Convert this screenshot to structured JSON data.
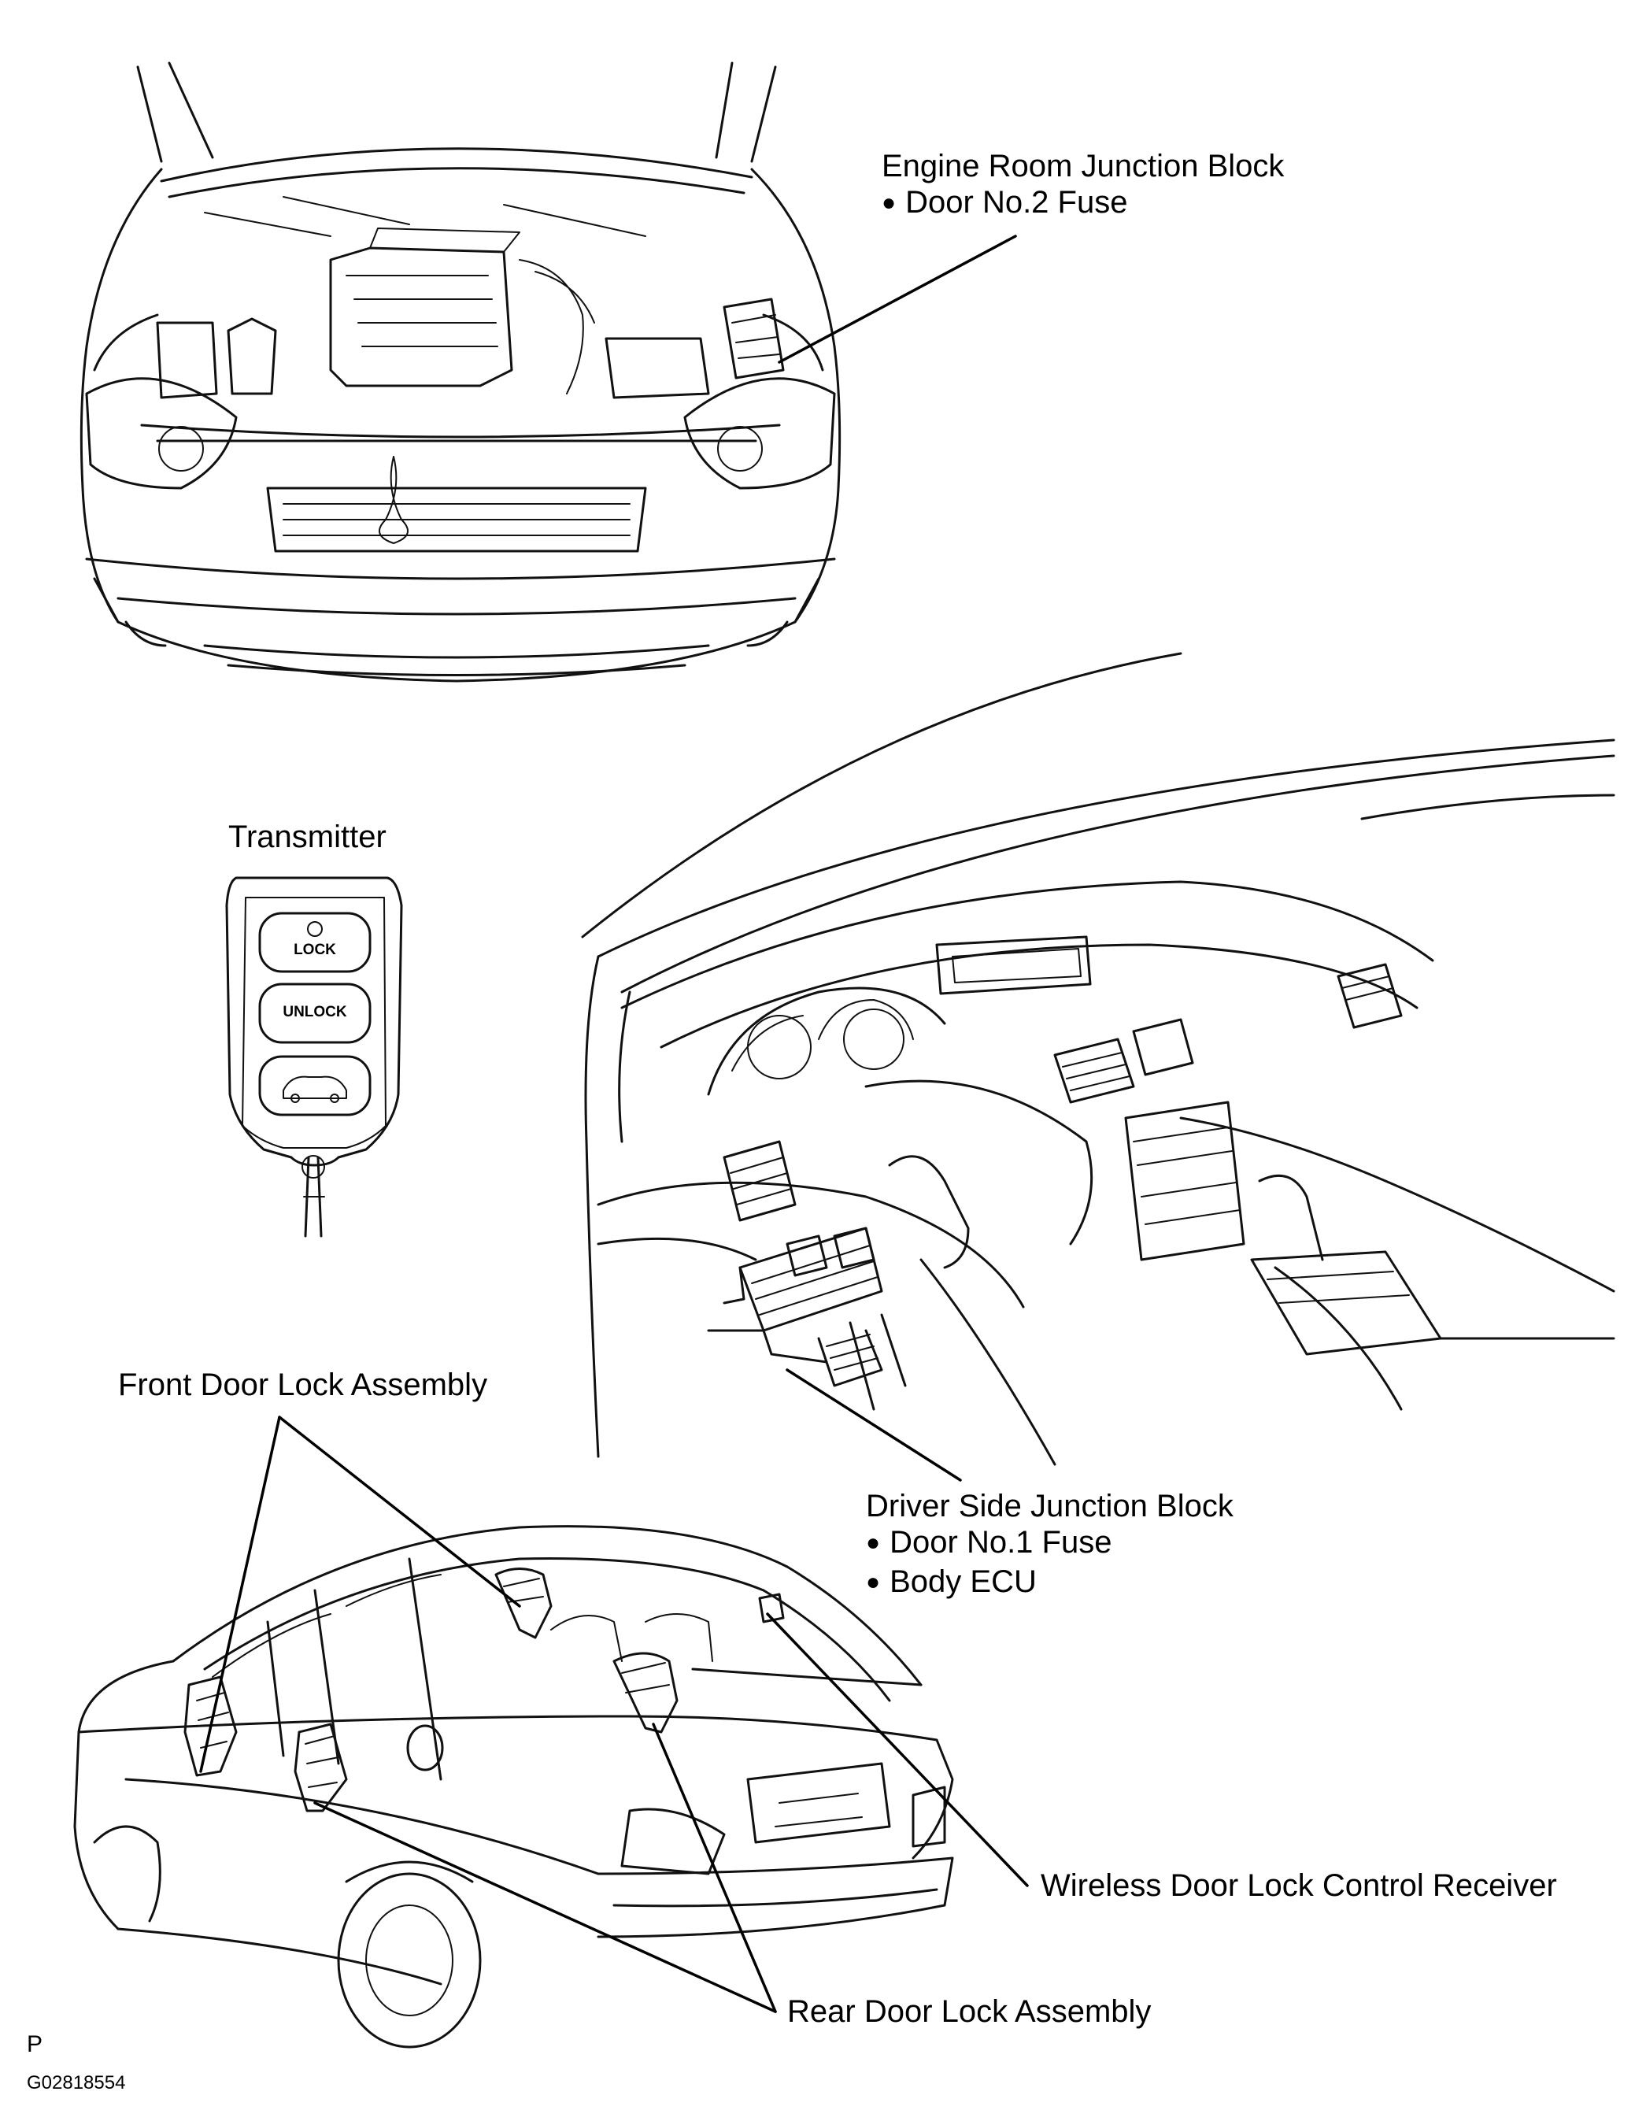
{
  "labels": {
    "engine_block": {
      "title": "Engine Room Junction Block",
      "items": [
        "Door No.2 Fuse"
      ]
    },
    "transmitter": "Transmitter",
    "front_door": "Front Door Lock Assembly",
    "driver_block": {
      "title": "Driver Side Junction Block",
      "items": [
        "Door No.1 Fuse",
        "Body ECU"
      ]
    },
    "receiver": "Wireless Door Lock Control Receiver",
    "rear_door": "Rear Door Lock Assembly"
  },
  "transmitter_buttons": {
    "lock": "LOCK",
    "unlock": "UNLOCK"
  },
  "footer": {
    "mark": "P",
    "code": "G02818554"
  }
}
